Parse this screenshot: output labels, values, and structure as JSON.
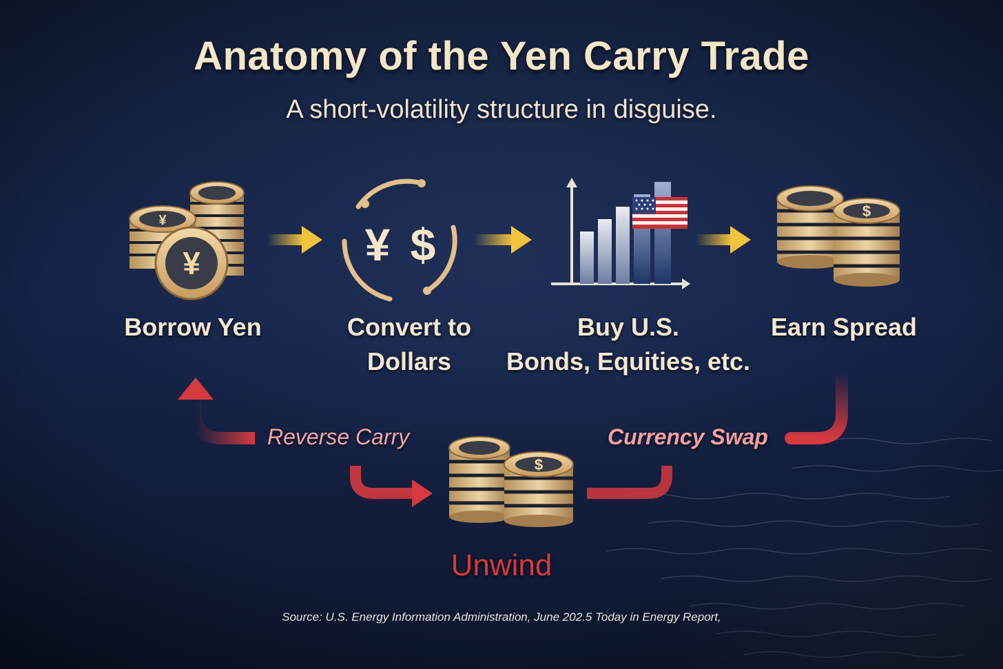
{
  "title": "Anatomy of the Yen Carry Trade",
  "subtitle": "A short-volatility structure in disguise.",
  "steps": [
    {
      "icon": "yen-coin-stack-icon",
      "line1": "Borrow Yen",
      "line2": ""
    },
    {
      "icon": "yen-dollar-exchange-icon",
      "line1": "Convert to",
      "line2": "Dollars"
    },
    {
      "icon": "us-bar-chart-flag-icon",
      "line1": "Buy U.S.",
      "line2": "Bonds, Equities, etc."
    },
    {
      "icon": "dollar-coin-stack-icon",
      "line1": "Earn Spread",
      "line2": ""
    }
  ],
  "reverse_flow": {
    "left_label": "Reverse Carry",
    "right_label": "Currency Swap",
    "center_icon": "dollar-coin-stack-icon",
    "center_label": "Unwind"
  },
  "source": "Source: U.S. Energy Information Administration, June 202.5 Today in Energy Report,",
  "colors": {
    "background": "#13203c",
    "gold": "#e8c48a",
    "forward_arrow": "#f2c33c",
    "reverse_arrow": "#d63a3f",
    "text": "#f4e6c8"
  }
}
